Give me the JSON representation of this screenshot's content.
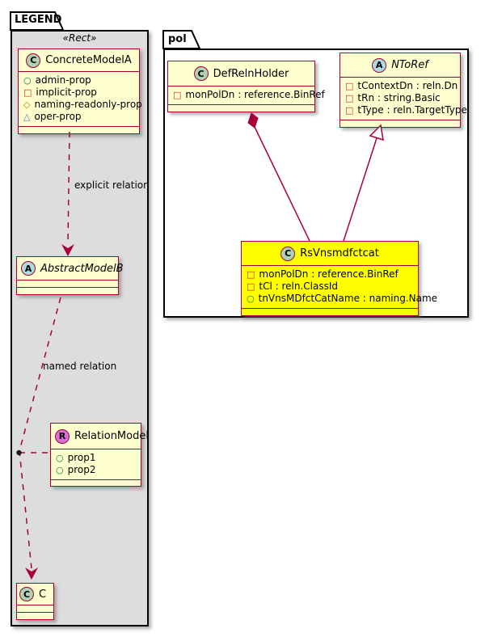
{
  "diagram_type": "uml-class-diagram",
  "colors": {
    "class_fill": "#FEFECE",
    "class_border": "#A80036",
    "highlight_fill": "#FFFF00",
    "legend_fill": "#DDDDDD",
    "package_fill": "#FFFFFF",
    "package_border": "#000000",
    "spot_class": "#ADD1B2",
    "spot_abstract": "#A9DCDF",
    "spot_relation": "#DA70D6",
    "edge_color": "#A80036",
    "vis_public": "#038048",
    "vis_private": "#C82930",
    "vis_protected": "#B8860B",
    "vis_package": "#4177AF"
  },
  "legend": {
    "tab_label": "LEGEND",
    "stereotype": "«Rect»",
    "concrete_model": {
      "name": "ConcreteModelA",
      "spot_letter": "C",
      "members": [
        {
          "icon": "public-circle-icon",
          "glyph": "○",
          "text": "admin-prop"
        },
        {
          "icon": "private-square-icon",
          "glyph": "□",
          "text": "implicit-prop"
        },
        {
          "icon": "protected-diamond-icon",
          "glyph": "◇",
          "text": "naming-readonly-prop"
        },
        {
          "icon": "package-triangle-icon",
          "glyph": "△",
          "text": "oper-prop"
        }
      ]
    },
    "abstract_model": {
      "name": "AbstractModelB",
      "spot_letter": "A"
    },
    "relation_model": {
      "name": "RelationModel",
      "spot_letter": "R",
      "members": [
        {
          "icon": "public-circle-icon",
          "glyph": "○",
          "text": "prop1"
        },
        {
          "icon": "public-circle-icon",
          "glyph": "○",
          "text": "prop2"
        }
      ]
    },
    "class_c": {
      "name": "C",
      "spot_letter": "C"
    },
    "edges": {
      "explicit_label": "explicit relation",
      "named_label": "named relation"
    }
  },
  "pol": {
    "tab_label": "pol",
    "def_reln_holder": {
      "name": "DefRelnHolder",
      "spot_letter": "C",
      "members": [
        {
          "icon": "private-square-icon",
          "glyph": "□",
          "text": "monPolDn : reference.BinRef"
        }
      ]
    },
    "nto_ref": {
      "name": "NToRef",
      "spot_letter": "A",
      "members": [
        {
          "icon": "private-square-icon",
          "glyph": "□",
          "text": "tContextDn : reln.Dn"
        },
        {
          "icon": "private-square-icon",
          "glyph": "□",
          "text": "tRn : string.Basic"
        },
        {
          "icon": "private-square-icon",
          "glyph": "□",
          "text": "tType : reln.TargetType"
        }
      ]
    },
    "rs_vnsmdfctcat": {
      "name": "RsVnsmdfctcat",
      "spot_letter": "C",
      "members": [
        {
          "icon": "private-square-icon",
          "glyph": "□",
          "text": "monPolDn : reference.BinRef"
        },
        {
          "icon": "private-square-icon",
          "glyph": "□",
          "text": "tCl : reln.ClassId"
        },
        {
          "icon": "public-circle-icon",
          "glyph": "○",
          "text": "tnVnsMDfctCatName : naming.Name"
        }
      ]
    }
  }
}
